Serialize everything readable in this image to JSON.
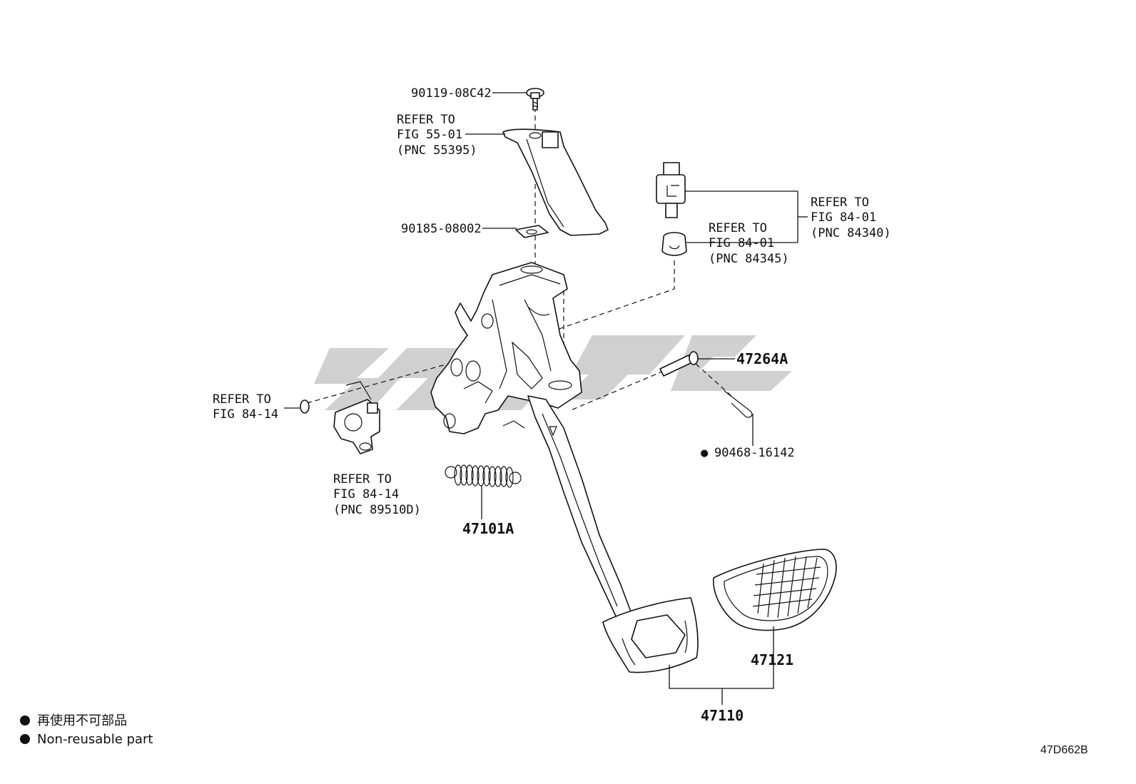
{
  "labels": {
    "bolt": "90119-08C42",
    "bracket_refer_1": "REFER TO",
    "bracket_refer_2": "FIG 55-01",
    "bracket_refer_3": "(PNC 55395)",
    "washer": "90185-08002",
    "switch_refer_1": "REFER TO",
    "switch_refer_2": "FIG 84-01",
    "switch_refer_3": "(PNC 84340)",
    "cushion_refer_1": "REFER TO",
    "cushion_refer_2": "FIG 84-01",
    "cushion_refer_3": "(PNC 84345)",
    "pin": "47264A",
    "clip": "90468-16142",
    "clip_mark": "●",
    "nut_refer_1": "REFER TO",
    "nut_refer_2": "FIG 84-14",
    "sensor_refer_1": "REFER TO",
    "sensor_refer_2": "FIG 84-14",
    "sensor_refer_3": "(PNC 89510D)",
    "spring": "47101A",
    "pad": "47121",
    "pedal_assy": "47110"
  },
  "legend": {
    "jp": "再使用不可部品",
    "en": "Non-reusable part"
  },
  "figure_code": "47D662B"
}
